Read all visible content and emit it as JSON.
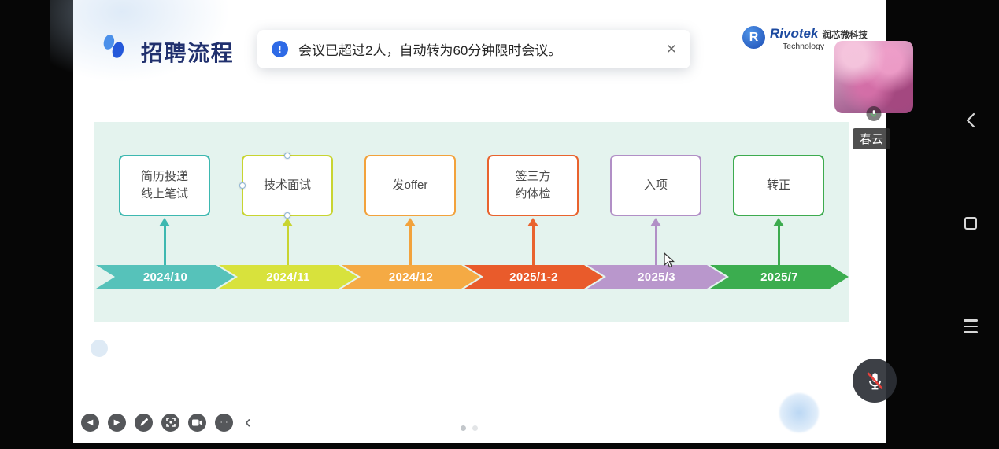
{
  "header": {
    "title": "招聘流程",
    "banner": {
      "icon": "!",
      "text": "会议已超过2人，自动转为60分钟限时会议。",
      "close": "×"
    },
    "brand": {
      "initial": "R",
      "name": "Rivotek",
      "name_cn": "润芯微科技",
      "subtitle": "Technology"
    }
  },
  "participant": {
    "name": "春云"
  },
  "chart_data": {
    "type": "timeline",
    "title": "招聘流程",
    "band_background": "#e4f3ee",
    "stages": [
      {
        "label": "简历投递\n线上笔试",
        "date": "2024/10",
        "color": "#3db8b0",
        "ribbon_color": "#56c2ba",
        "selected": false
      },
      {
        "label": "技术面试",
        "date": "2024/11",
        "color": "#c8d431",
        "ribbon_color": "#d8e23c",
        "selected": true
      },
      {
        "label": "发offer",
        "date": "2024/12",
        "color": "#f2a23c",
        "ribbon_color": "#f5aa44",
        "selected": false
      },
      {
        "label": "签三方\n约体检",
        "date": "2025/1-2",
        "color": "#e9632e",
        "ribbon_color": "#e95b2b",
        "selected": false
      },
      {
        "label": "入项",
        "date": "2025/3",
        "color": "#b18fc6",
        "ribbon_color": "#b997cc",
        "selected": false
      },
      {
        "label": "转正",
        "date": "2025/7",
        "color": "#3dab4f",
        "ribbon_color": "#3bad4f",
        "selected": false
      }
    ]
  },
  "toolbar": {
    "buttons": [
      {
        "name": "previous",
        "glyph": "◀"
      },
      {
        "name": "play",
        "glyph": "▶"
      },
      {
        "name": "draw",
        "glyph": ""
      },
      {
        "name": "capture",
        "glyph": ""
      },
      {
        "name": "camera",
        "glyph": ""
      },
      {
        "name": "more",
        "glyph": "⋯"
      }
    ],
    "collapse": "‹"
  },
  "pager": {
    "dots": 2,
    "active_index": 0
  }
}
